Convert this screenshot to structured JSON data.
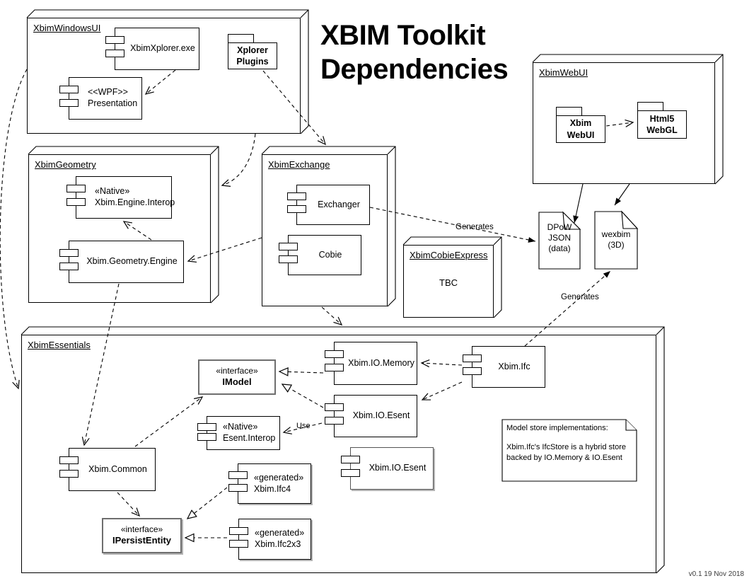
{
  "title": {
    "line1": "XBIM Toolkit",
    "line2": "Dependencies"
  },
  "version": "v0.1 19 Nov 2018",
  "packages": {
    "windows_ui": {
      "name": "XbimWindowsUI"
    },
    "geometry": {
      "name": "XbimGeometry"
    },
    "exchange": {
      "name": "XbimExchange"
    },
    "web_ui": {
      "name": "XbimWebUI"
    },
    "cobie_express": {
      "name": "XbimCobieExpress",
      "body": "TBC"
    },
    "essentials": {
      "name": "XbimEssentials"
    }
  },
  "components": {
    "xplorer_exe": {
      "label": "XbimXplorer.exe"
    },
    "wpf_presentation": {
      "line1": "<<WPF>>",
      "line2": "Presentation"
    },
    "native_engine_interop": {
      "line1": "«Native»",
      "line2": "Xbim.Engine.Interop"
    },
    "geometry_engine": {
      "label": "Xbim.Geometry.Engine"
    },
    "exchanger": {
      "label": "Exchanger"
    },
    "cobie": {
      "label": "Cobie"
    },
    "io_memory": {
      "label": "Xbim.IO.Memory"
    },
    "xbim_ifc": {
      "label": "Xbim.Ifc"
    },
    "io_esent": {
      "label": "Xbim.IO.Esent"
    },
    "esent_interop": {
      "line1": "«Native»",
      "line2": "Esent.Interop"
    },
    "io_esent_2": {
      "label": "Xbim.IO.Esent"
    },
    "xbim_common": {
      "label": "Xbim.Common"
    },
    "ifc4": {
      "line1": "«generated»",
      "line2": "Xbim.Ifc4"
    },
    "ifc2x3": {
      "line1": "«generated»",
      "line2": "Xbim.Ifc2x3"
    }
  },
  "interfaces": {
    "imodel": {
      "stereotype": "«interface»",
      "name": "IModel"
    },
    "ipersist_entity": {
      "stereotype": "«interface»",
      "name": "IPersistEntity"
    }
  },
  "folders": {
    "xplorer_plugins": {
      "line1": "Xplorer",
      "line2": "Plugins"
    },
    "xbim_webui": {
      "line1": "Xbim",
      "line2": "WebUI"
    },
    "html5_webgl": {
      "line1": "Html5",
      "line2": "WebGL"
    }
  },
  "files": {
    "dpow": {
      "line1": "DPoW",
      "line2": "JSON",
      "line3": "(data)"
    },
    "wexbim": {
      "line1": "wexbim",
      "line2": "(3D)"
    }
  },
  "edge_labels": {
    "generates_dpow": "Generates",
    "generates_wexbim": "Generates",
    "use": "Use"
  },
  "note": {
    "line1": "Model store implementations:",
    "line2": "Xbim.Ifc's IfcStore is a hybrid store",
    "line3": "backed by IO.Memory & IO.Esent"
  },
  "colors": {
    "line": "#000000",
    "muted_border": "#6e6e6e",
    "shadow": "#b3b3b3",
    "background": "#ffffff"
  }
}
